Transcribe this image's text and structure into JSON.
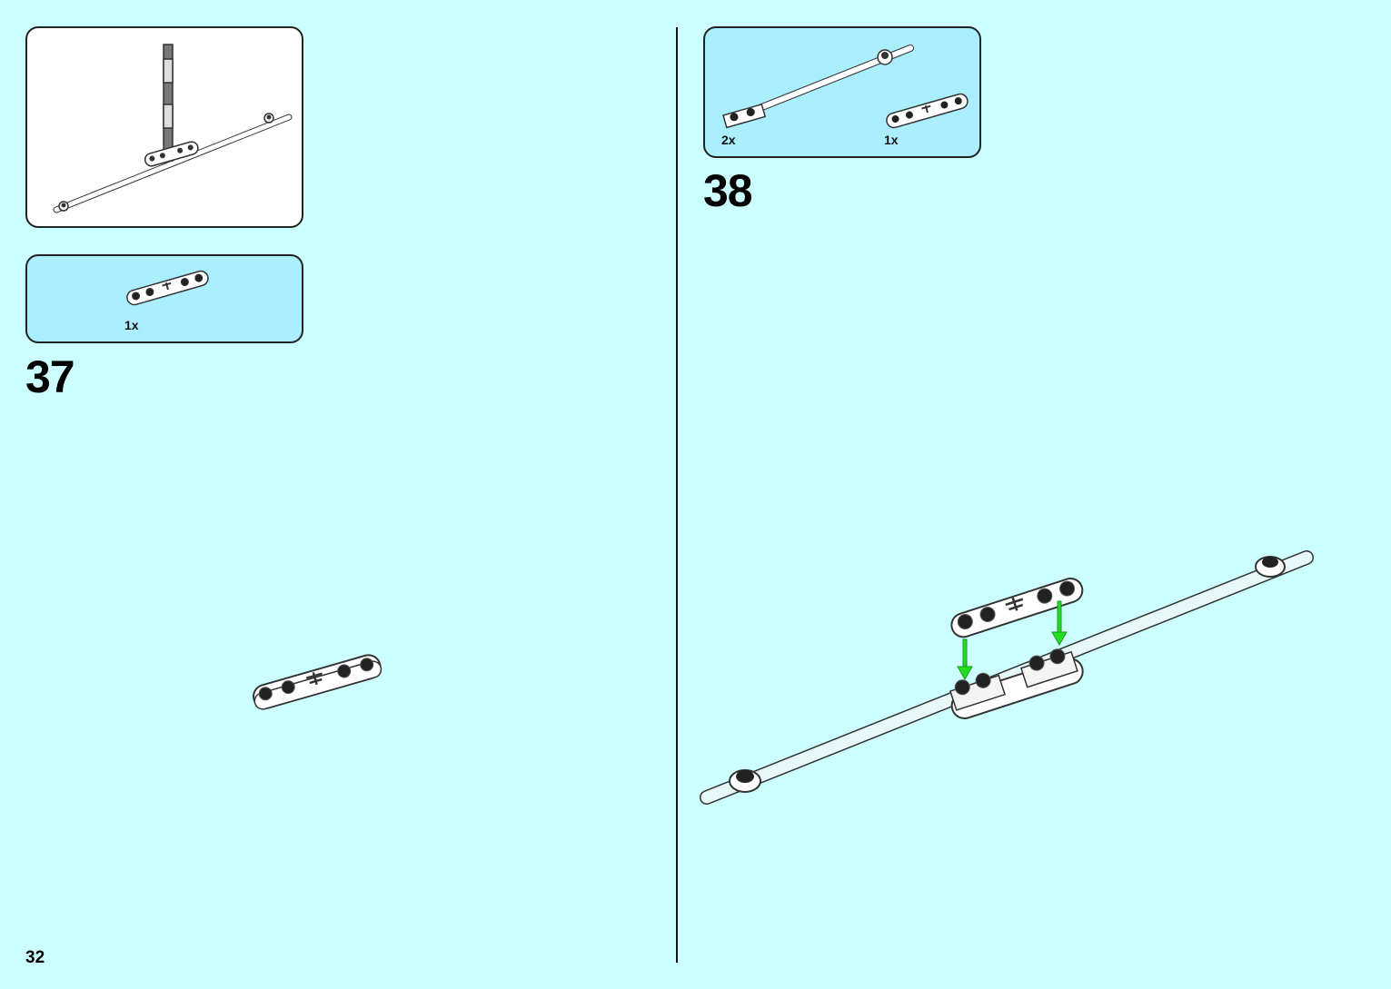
{
  "page": {
    "number": "32"
  },
  "left_column": {
    "sub_model_preview": {
      "description_icon": "completed-submodel-icon"
    },
    "parts_list": {
      "items": [
        {
          "quantity": "1x",
          "icon": "plate-1x5-with-bar-holder-icon"
        }
      ]
    },
    "step_number": "37"
  },
  "right_column": {
    "parts_list": {
      "items": [
        {
          "quantity": "2x",
          "icon": "bar-with-plate-icon"
        },
        {
          "quantity": "1x",
          "icon": "plate-1x5-with-bar-holder-icon"
        }
      ]
    },
    "step_number": "38"
  },
  "colors": {
    "background": "#ccffff",
    "parts_panel": "#aaeeff",
    "arrow": "#22dd22",
    "outline": "#222222"
  }
}
